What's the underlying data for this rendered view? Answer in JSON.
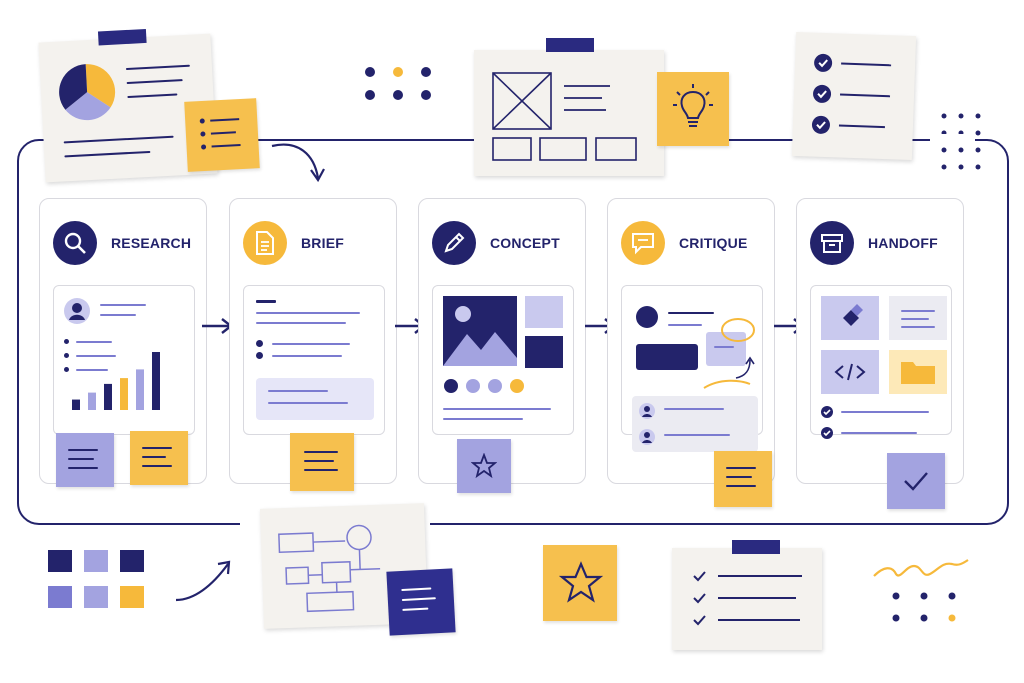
{
  "stages": [
    {
      "title": "RESEARCH",
      "icon": "search-icon"
    },
    {
      "title": "BRIEF",
      "icon": "document-icon"
    },
    {
      "title": "CONCEPT",
      "icon": "pencil-icon"
    },
    {
      "title": "CRITIQUE",
      "icon": "speech-bubble-icon"
    },
    {
      "title": "HANDOFF",
      "icon": "archive-box-icon"
    }
  ],
  "research_bars": [
    {
      "value": 0.18,
      "color": "#23236b"
    },
    {
      "value": 0.3,
      "color": "#a3a3e0"
    },
    {
      "value": 0.45,
      "color": "#23236b"
    },
    {
      "value": 0.55,
      "color": "#f6b93b"
    },
    {
      "value": 0.7,
      "color": "#a3a3e0"
    },
    {
      "value": 1.0,
      "color": "#23236b"
    }
  ],
  "pie_slices": [
    {
      "value": 0.35,
      "color": "#f6b93b"
    },
    {
      "value": 0.3,
      "color": "#a3a3e0"
    },
    {
      "value": 0.35,
      "color": "#23236b"
    }
  ],
  "concept_swatches": [
    "#23236b",
    "#a3a3e0",
    "#a3a3e0",
    "#f6b93b"
  ],
  "colors": {
    "navy": "#23236b",
    "gold": "#f6b93b",
    "lavender": "#a3a3e0",
    "paper": "#f4f2ee"
  }
}
